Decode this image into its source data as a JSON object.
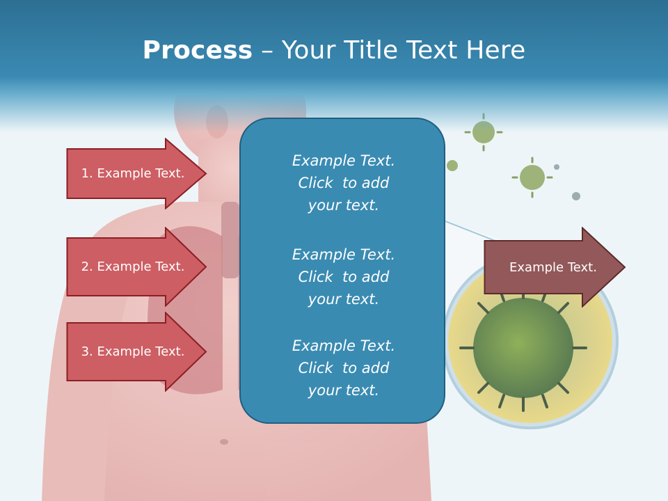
{
  "slide": {
    "title_bold": "Process",
    "title_rest": " – Your Title Text Here",
    "left_arrows": [
      {
        "label": "1. Example Text."
      },
      {
        "label": "2. Example Text."
      },
      {
        "label": "3. Example Text."
      }
    ],
    "center_paragraphs": [
      {
        "line1": "Example Text.",
        "line2": "Click  to add",
        "line3": "your text."
      },
      {
        "line1": "Example Text.",
        "line2": "Click  to add",
        "line3": "your text."
      },
      {
        "line1": "Example Text.",
        "line2": "Click  to add",
        "line3": "your text."
      }
    ],
    "right_arrow": {
      "label": "Example Text."
    }
  },
  "colors": {
    "header": "#3a8ab3",
    "left_arrow_fill": "#cd5e63",
    "left_arrow_border": "#8b1f24",
    "center_box": "#3a8bb2",
    "right_arrow_fill": "#93585a"
  },
  "images": {
    "background": "human-torso-lungs-illustration",
    "virus": "virus-particles-illustration"
  }
}
